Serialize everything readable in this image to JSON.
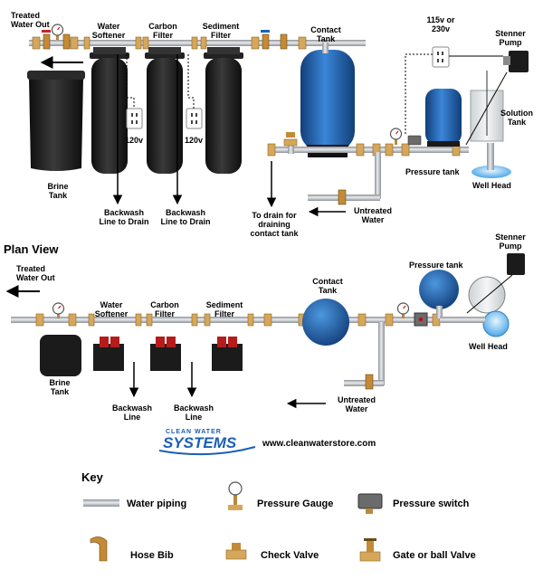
{
  "top": {
    "treated_out_1": "Treated",
    "treated_out_2": "Water Out",
    "softener_1": "Water",
    "softener_2": "Softener",
    "carbon_1": "Carbon",
    "carbon_2": "Filter",
    "sediment_1": "Sediment",
    "sediment_2": "Filter",
    "contact_1": "Contact",
    "contact_2": "Tank",
    "voltage_1": "115v or",
    "voltage_2": "230v",
    "stenner_1": "Stenner",
    "stenner_2": "Pump",
    "solution_1": "Solution",
    "solution_2": "Tank",
    "brine_1": "Brine",
    "brine_2": "Tank",
    "outlet_a": "120v",
    "outlet_b": "120v",
    "backwash_a_1": "Backwash",
    "backwash_a_2": "Line to Drain",
    "backwash_b_1": "Backwash",
    "backwash_b_2": "Line to Drain",
    "drain_1": "To drain for",
    "drain_2": "draining",
    "drain_3": "contact tank",
    "untreated_1": "Untreated",
    "untreated_2": "Water",
    "pressure_tank": "Pressure tank",
    "well_head": "Well Head"
  },
  "plan": {
    "title": "Plan View",
    "treated_out_1": "Treated",
    "treated_out_2": "Water Out",
    "softener_1": "Water",
    "softener_2": "Softener",
    "carbon_1": "Carbon",
    "carbon_2": "Filter",
    "sediment_1": "Sediment",
    "sediment_2": "Filter",
    "contact_1": "Contact",
    "contact_2": "Tank",
    "pressure_tank": "Pressure tank",
    "stenner_1": "Stenner",
    "stenner_2": "Pump",
    "well_head": "Well Head",
    "brine_1": "Brine",
    "brine_2": "Tank",
    "backwash_a_1": "Backwash",
    "backwash_a_2": "Line",
    "backwash_b_1": "Backwash",
    "backwash_b_2": "Line",
    "untreated_1": "Untreated",
    "untreated_2": "Water"
  },
  "brand": {
    "logo_small": "CLEAN WATER",
    "logo_big": "SYSTEMS",
    "url": "www.cleanwaterstore.com"
  },
  "key": {
    "title": "Key",
    "water_piping": "Water piping",
    "pressure_gauge": "Pressure Gauge",
    "pressure_switch": "Pressure switch",
    "hose_bib": "Hose Bib",
    "check_valve": "Check Valve",
    "gate_valve": "Gate or ball Valve"
  },
  "colors": {
    "tank_blue": "#1f5fa8",
    "tank_dark": "#1c1c1c",
    "pipe": "#b9bcc0",
    "brass": "#d6a75a"
  }
}
